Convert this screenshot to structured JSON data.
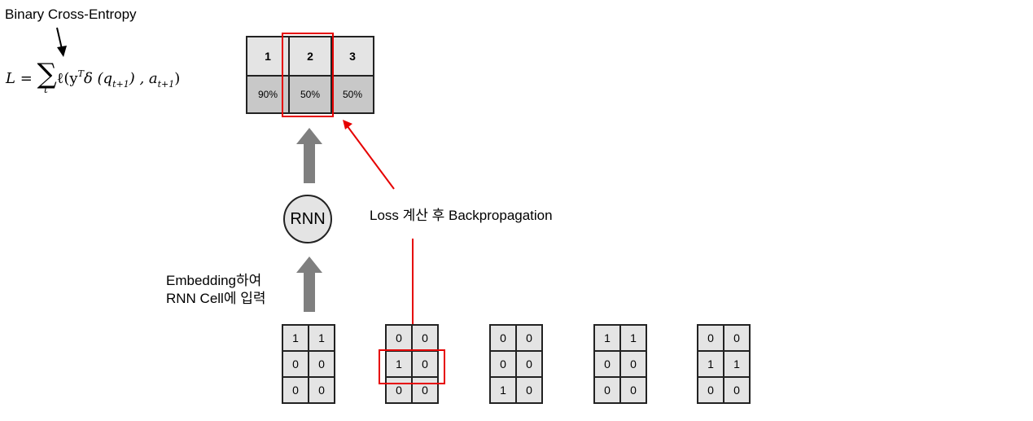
{
  "formula": {
    "caption": "Binary Cross-Entropy",
    "lhs": "L",
    "sum_index": "t",
    "body": "ℓ(y",
    "sup_T": "T",
    "delta": "δ (q",
    "sub_q": "t+1",
    "mid": ") , a",
    "sub_a": "t+1",
    "close": ")"
  },
  "output_table": {
    "headers": [
      "1",
      "2",
      "3"
    ],
    "probabilities": [
      "90%",
      "50%",
      "50%"
    ],
    "highlighted_column": 2
  },
  "rnn_label": "RNN",
  "embedding_label": [
    "Embedding하여",
    "RNN Cell에 입력"
  ],
  "loss_label": "Loss 계산 후 Backpropagation",
  "input_grids": [
    [
      [
        "1",
        "1"
      ],
      [
        "0",
        "0"
      ],
      [
        "0",
        "0"
      ]
    ],
    [
      [
        "0",
        "0"
      ],
      [
        "1",
        "0"
      ],
      [
        "0",
        "0"
      ]
    ],
    [
      [
        "0",
        "0"
      ],
      [
        "0",
        "0"
      ],
      [
        "1",
        "0"
      ]
    ],
    [
      [
        "1",
        "1"
      ],
      [
        "0",
        "0"
      ],
      [
        "0",
        "0"
      ]
    ],
    [
      [
        "0",
        "0"
      ],
      [
        "1",
        "1"
      ],
      [
        "0",
        "0"
      ]
    ]
  ],
  "highlighted_input": {
    "grid": 2,
    "row": 2
  },
  "colors": {
    "highlight": "#e60000",
    "arrow_gray": "#7f7f7f",
    "cell": "#e4e4e4",
    "cell_dark": "#c8c8c8"
  }
}
